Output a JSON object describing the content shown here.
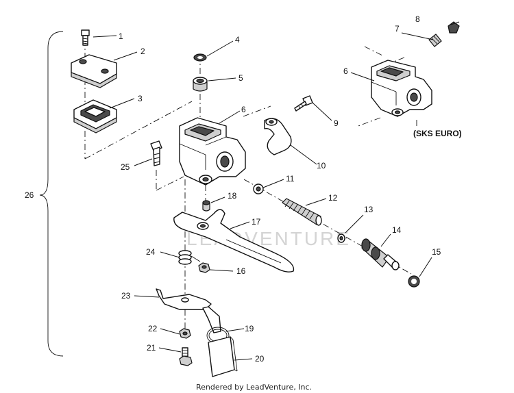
{
  "watermark": "LEADVENTURE",
  "footer": "Rendered by LeadVenture, Inc.",
  "variant_label": "(SKS EURO)",
  "callouts": [
    "1",
    "2",
    "3",
    "4",
    "5",
    "6",
    "6",
    "7",
    "8",
    "9",
    "10",
    "11",
    "12",
    "13",
    "14",
    "15",
    "16",
    "17",
    "18",
    "19",
    "20",
    "21",
    "22",
    "23",
    "24",
    "25",
    "26"
  ]
}
